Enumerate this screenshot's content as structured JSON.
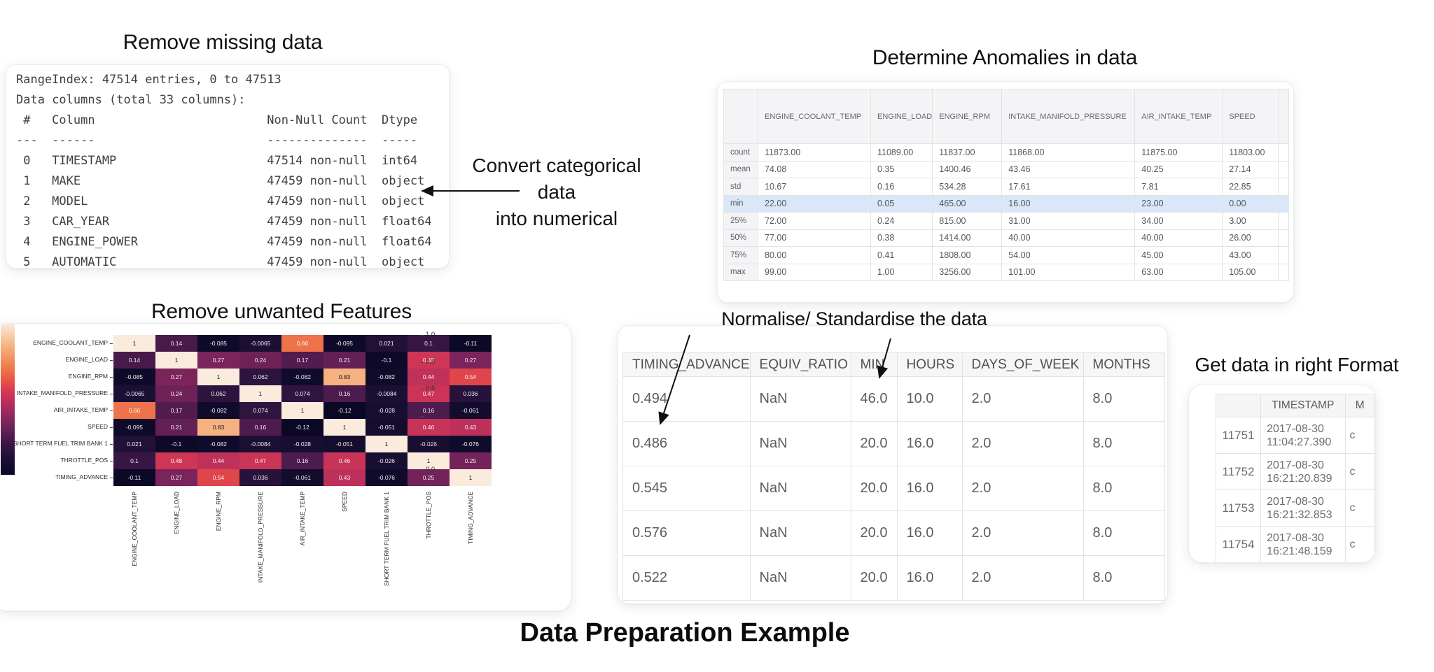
{
  "titles": {
    "remove_missing": "Remove missing data",
    "determine_anomalies": "Determine Anomalies in data",
    "remove_unwanted": "Remove unwanted Features",
    "normalise": "Normalise/ Standardise the data",
    "right_format": "Get data in right Format",
    "main": "Data Preparation Example"
  },
  "annotation": {
    "lines": [
      "Convert categorical",
      "data",
      "into numerical"
    ]
  },
  "info_panel": {
    "lines": [
      "RangeIndex: 47514 entries, 0 to 47513",
      "Data columns (total 33 columns):",
      " #   Column                        Non-Null Count  Dtype  ",
      "---  ------                        --------------  -----  ",
      " 0   TIMESTAMP                     47514 non-null  int64  ",
      " 1   MAKE                          47459 non-null  object ",
      " 2   MODEL                         47459 non-null  object ",
      " 3   CAR_YEAR                      47459 non-null  float64",
      " 4   ENGINE_POWER                  47459 non-null  float64",
      " 5   AUTOMATIC                     47459 non-null  object "
    ]
  },
  "describe_table": {
    "index_header": "",
    "columns": [
      "ENGINE_COOLANT_TEMP",
      "ENGINE_LOAD",
      "ENGINE_RPM",
      "INTAKE_MANIFOLD_PRESSURE",
      "AIR_INTAKE_TEMP",
      "SPEED"
    ],
    "clipped_column": "",
    "rows": [
      {
        "label": "count",
        "highlight": false,
        "values": [
          "11873.00",
          "11089.00",
          "11837.00",
          "11868.00",
          "11875.00",
          "11803.00"
        ]
      },
      {
        "label": "mean",
        "highlight": false,
        "values": [
          "74.08",
          "0.35",
          "1400.46",
          "43.46",
          "40.25",
          "27.14"
        ]
      },
      {
        "label": "std",
        "highlight": false,
        "values": [
          "10.67",
          "0.16",
          "534.28",
          "17.61",
          "7.81",
          "22.85"
        ]
      },
      {
        "label": "min",
        "highlight": true,
        "values": [
          "22.00",
          "0.05",
          "465.00",
          "16.00",
          "23.00",
          "0.00"
        ]
      },
      {
        "label": "25%",
        "highlight": false,
        "values": [
          "72.00",
          "0.24",
          "815.00",
          "31.00",
          "34.00",
          "3.00"
        ]
      },
      {
        "label": "50%",
        "highlight": false,
        "values": [
          "77.00",
          "0.38",
          "1414.00",
          "40.00",
          "40.00",
          "26.00"
        ]
      },
      {
        "label": "75%",
        "highlight": false,
        "values": [
          "80.00",
          "0.41",
          "1808.00",
          "54.00",
          "45.00",
          "43.00"
        ]
      },
      {
        "label": "max",
        "highlight": false,
        "values": [
          "99.00",
          "1.00",
          "3256.00",
          "101.00",
          "63.00",
          "105.00"
        ]
      }
    ]
  },
  "chart_data": {
    "type": "heatmap",
    "title": "Remove unwanted Features",
    "x_labels": [
      "ENGINE_COOLANT_TEMP",
      "ENGINE_LOAD",
      "ENGINE_RPM",
      "INTAKE_MANIFOLD_PRESSURE",
      "AIR_INTAKE_TEMP",
      "SPEED",
      "SHORT TERM FUEL TRIM BANK 1",
      "THROTTLE_POS",
      "TIMING_ADVANCE"
    ],
    "y_labels": [
      "ENGINE_COOLANT_TEMP",
      "ENGINE_LOAD",
      "ENGINE_RPM",
      "INTAKE_MANIFOLD_PRESSURE",
      "AIR_INTAKE_TEMP",
      "SPEED",
      "SHORT TERM FUEL TRIM BANK 1",
      "THROTTLE_POS",
      "TIMING_ADVANCE"
    ],
    "matrix": [
      [
        1,
        0.14,
        -0.085,
        -0.0065,
        0.66,
        -0.095,
        0.021,
        0.1,
        -0.11
      ],
      [
        0.14,
        1,
        0.27,
        0.24,
        0.17,
        0.21,
        -0.1,
        0.48,
        0.27
      ],
      [
        -0.085,
        0.27,
        1,
        0.062,
        -0.082,
        0.83,
        -0.082,
        0.44,
        0.54
      ],
      [
        -0.0065,
        0.24,
        0.062,
        1,
        0.074,
        0.16,
        -0.0084,
        0.47,
        0.036
      ],
      [
        0.66,
        0.17,
        -0.082,
        0.074,
        1,
        -0.12,
        -0.028,
        0.16,
        -0.061
      ],
      [
        -0.095,
        0.21,
        0.83,
        0.16,
        -0.12,
        1,
        -0.051,
        0.46,
        0.43
      ],
      [
        0.021,
        -0.1,
        -0.082,
        -0.0084,
        -0.028,
        -0.051,
        1,
        -0.026,
        -0.076
      ],
      [
        0.1,
        0.48,
        0.44,
        0.47,
        0.16,
        0.46,
        -0.026,
        1,
        0.25
      ],
      [
        -0.11,
        0.27,
        0.54,
        0.036,
        -0.061,
        0.43,
        -0.076,
        0.25,
        1
      ]
    ],
    "colorbar_ticks": [
      1.0,
      0.8,
      0.6,
      0.4,
      0.2,
      0.0
    ],
    "vmin": -0.12,
    "vmax": 1.0,
    "colormap": "rocket",
    "legend_position": "right",
    "grid": false
  },
  "normalize_table": {
    "columns": [
      "TIMING_ADVANCE",
      "EQUIV_RATIO",
      "MIN",
      "HOURS",
      "DAYS_OF_WEEK",
      "MONTHS"
    ],
    "rows": [
      [
        "0.494",
        "NaN",
        "46.0",
        "10.0",
        "2.0",
        "8.0"
      ],
      [
        "0.486",
        "NaN",
        "20.0",
        "16.0",
        "2.0",
        "8.0"
      ],
      [
        "0.545",
        "NaN",
        "20.0",
        "16.0",
        "2.0",
        "8.0"
      ],
      [
        "0.576",
        "NaN",
        "20.0",
        "16.0",
        "2.0",
        "8.0"
      ],
      [
        "0.522",
        "NaN",
        "20.0",
        "16.0",
        "2.0",
        "8.0"
      ]
    ]
  },
  "format_table": {
    "index_header": "",
    "timestamp_header": "TIMESTAMP",
    "clipped_header": "M",
    "rows": [
      {
        "index": "11751",
        "timestamp": [
          "2017-08-30",
          "11:04:27.390"
        ],
        "clipped": "c"
      },
      {
        "index": "11752",
        "timestamp": [
          "2017-08-30",
          "16:21:20.839"
        ],
        "clipped": "c"
      },
      {
        "index": "11753",
        "timestamp": [
          "2017-08-30",
          "16:21:32.853"
        ],
        "clipped": "c"
      },
      {
        "index": "11754",
        "timestamp": [
          "2017-08-30",
          "16:21:48.159"
        ],
        "clipped": "c"
      }
    ]
  },
  "colors": {
    "highlight_row": "#d9e7f8",
    "table_header_bg": "#f5f5f6",
    "table_border": "#e3e3e6",
    "arrow": "#111111"
  }
}
